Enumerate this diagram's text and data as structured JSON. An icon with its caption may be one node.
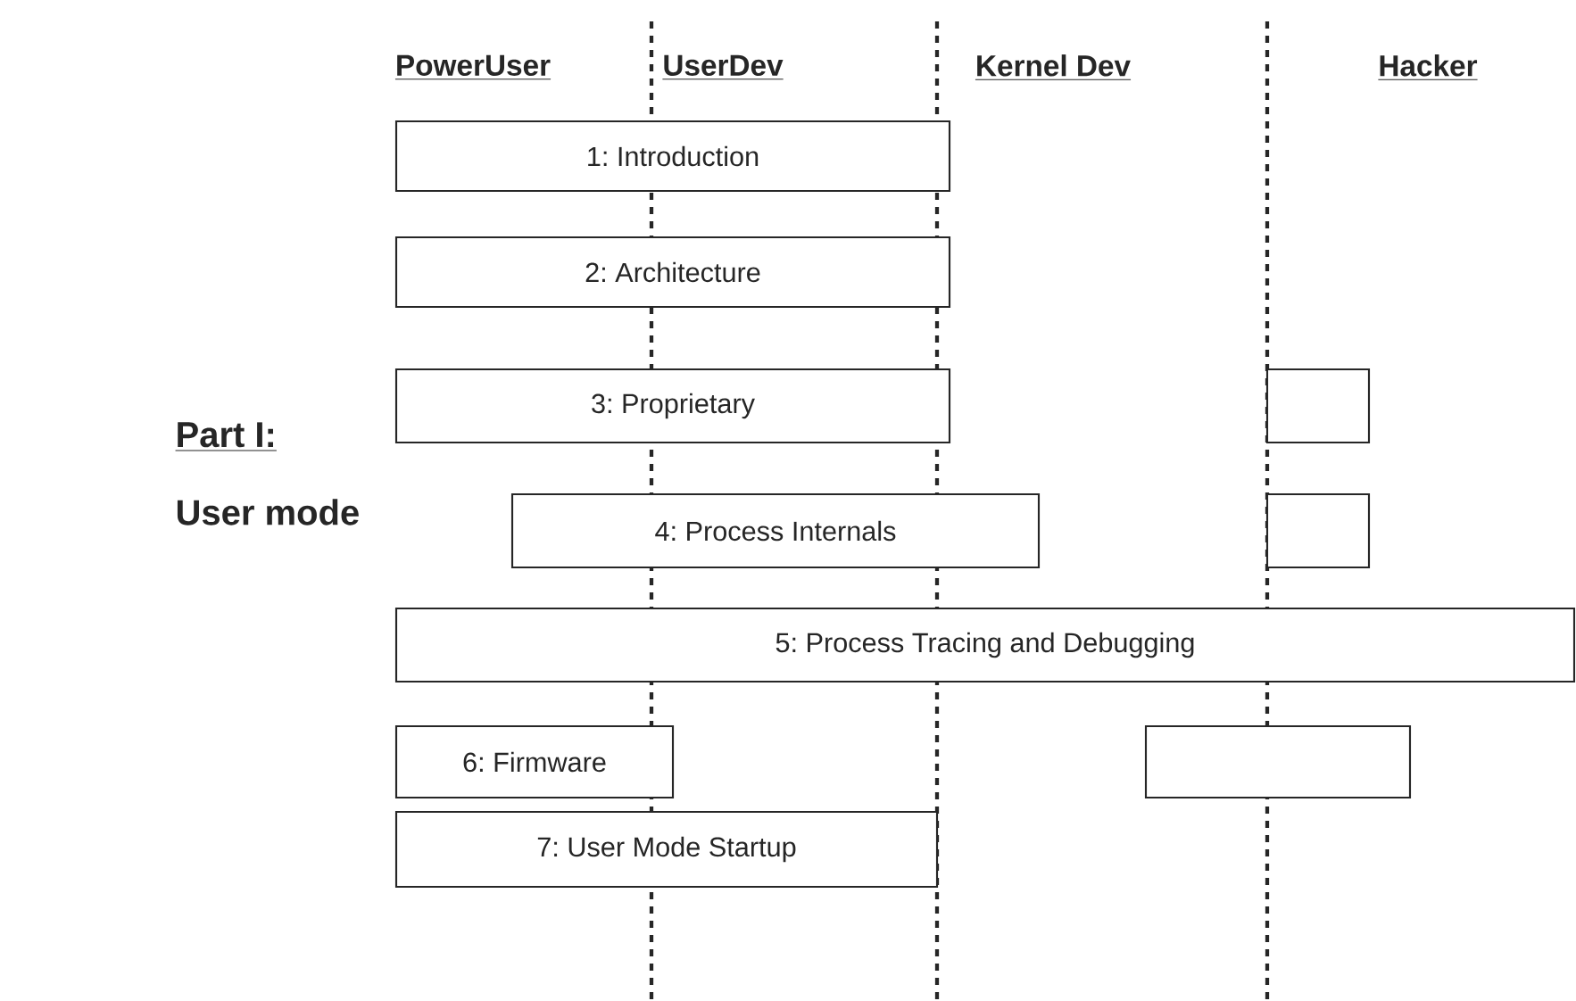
{
  "diagram": {
    "nodes": [
      {
        "text": [
          "1: Introduction"
        ]
      },
      {
        "text": [
          "2: Architecture"
        ]
      },
      {
        "text": [
          "3: Proprietary"
        ]
      },
      {
        "text": [],
        "shape": "box"
      },
      {
        "text": [
          "4: Process Internals"
        ]
      },
      {
        "text": [],
        "shape": "box"
      },
      {
        "text": [
          "5: Process Tracing and Debugging"
        ]
      },
      {
        "text": [
          "6: Firmware"
        ]
      },
      {
        "text": [],
        "shape": "box"
      },
      {
        "text": [
          "7: User Mode Startup"
        ]
      }
    ],
    "labels": [
      "PowerUser",
      "UserDev",
      "Kernel Dev",
      "Hacker",
      "Part I:",
      "User mode"
    ]
  }
}
